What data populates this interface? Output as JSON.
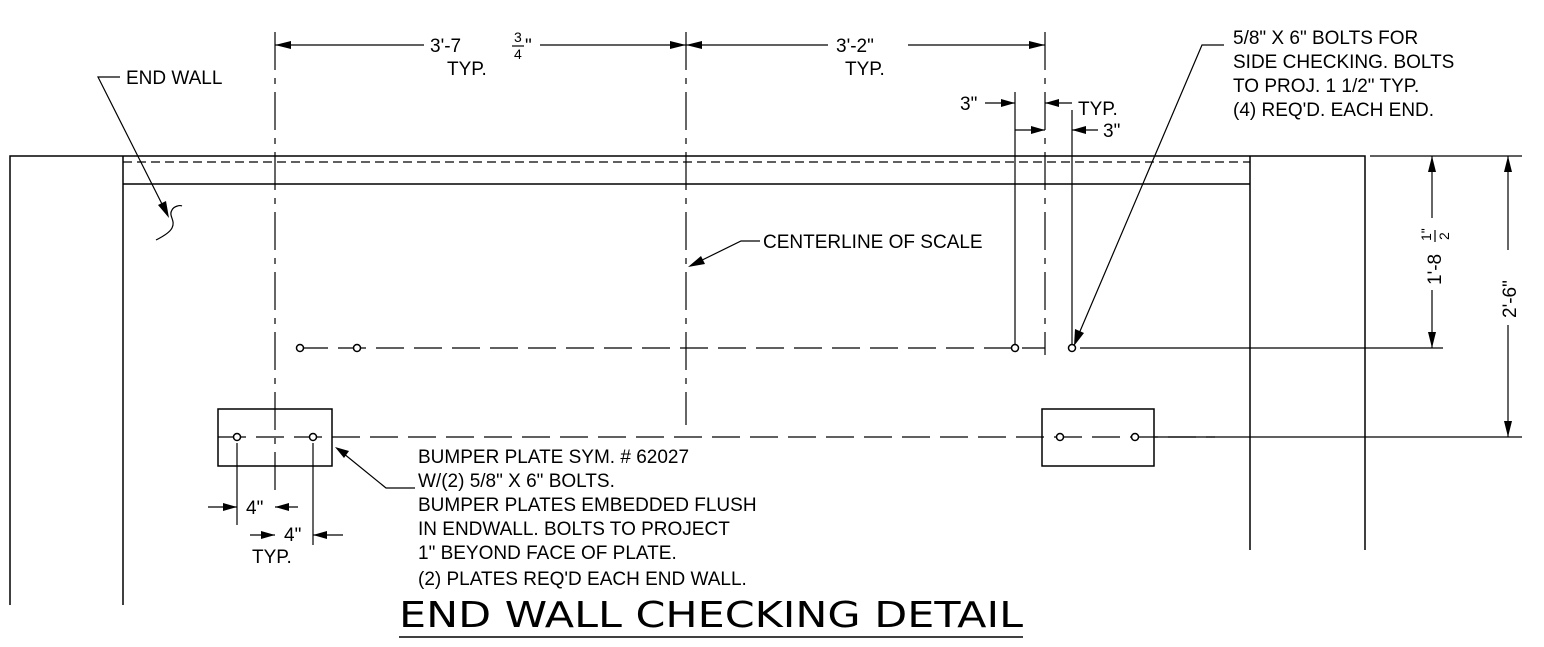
{
  "drawing": {
    "title": "END WALL CHECKING DETAIL",
    "dimensions": {
      "spacing_left_whole": "3'-7",
      "spacing_left_num": "3",
      "spacing_left_den": "4",
      "spacing_left_close": "\"",
      "spacing_left_typ": "TYP.",
      "spacing_right": "3'-2\"",
      "spacing_right_typ": "TYP.",
      "bolt_offset_left": "3\"",
      "bolt_offset_typ": "TYP.",
      "bolt_offset_right": "3\"",
      "vertical_1_whole": "1'-8",
      "vertical_1_num": "1\"",
      "vertical_1_den": "2",
      "vertical_2": "2'-6\"",
      "plate_bolt_1": "4\"",
      "plate_bolt_2": "4\"",
      "plate_typ": "TYP."
    },
    "labels": {
      "end_wall": "END WALL",
      "centerline": "CENTERLINE OF SCALE",
      "side_bolts": [
        "5/8\" X 6\" BOLTS FOR",
        "SIDE CHECKING. BOLTS",
        "TO PROJ. 1 1/2\" TYP.",
        "(4) REQ'D. EACH END."
      ],
      "bumper_plate": [
        "BUMPER PLATE SYM. # 62027",
        "W/(2) 5/8\" X 6\" BOLTS.",
        "BUMPER PLATES EMBEDDED FLUSH",
        "IN ENDWALL. BOLTS TO PROJECT",
        "1\" BEYOND FACE OF PLATE.",
        "(2) PLATES REQ'D EACH END WALL."
      ]
    }
  }
}
